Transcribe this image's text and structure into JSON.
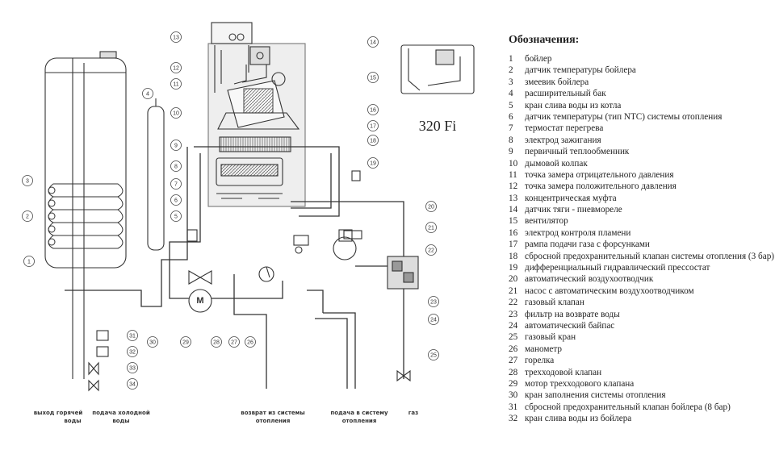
{
  "model": "320 Fi",
  "legend": {
    "title": "Обозначения:",
    "items": [
      {
        "num": "1",
        "text": "бойлер"
      },
      {
        "num": "2",
        "text": "датчик температуры бойлера"
      },
      {
        "num": "3",
        "text": "змеевик бойлера"
      },
      {
        "num": "4",
        "text": "расширительный бак"
      },
      {
        "num": "5",
        "text": "кран слива воды из котла"
      },
      {
        "num": "6",
        "text": "датчик температуры (тип NTC) системы отопления"
      },
      {
        "num": "7",
        "text": "термостат перегрева"
      },
      {
        "num": "8",
        "text": "электрод зажигания"
      },
      {
        "num": "9",
        "text": "первичный теплообменник"
      },
      {
        "num": "10",
        "text": "дымовой колпак"
      },
      {
        "num": "11",
        "text": "точка замера отрицательного давления"
      },
      {
        "num": "12",
        "text": "точка замера положительного давления"
      },
      {
        "num": "13",
        "text": "концентрическая муфта"
      },
      {
        "num": "14",
        "text": "датчик тяги - пневмореле"
      },
      {
        "num": "15",
        "text": "вентилятор"
      },
      {
        "num": "16",
        "text": "электрод контроля пламени"
      },
      {
        "num": "17",
        "text": "рампа подачи газа с форсунками"
      },
      {
        "num": "18",
        "text": "сбросной предохранительный клапан системы отопления (3 бар)"
      },
      {
        "num": "19",
        "text": "дифференциальный гидравлический прессостат"
      },
      {
        "num": "20",
        "text": "автоматический воздухоотводчик"
      },
      {
        "num": "21",
        "text": "насос с автоматическим воздухоотводчиком"
      },
      {
        "num": "22",
        "text": "газовый клапан"
      },
      {
        "num": "23",
        "text": "фильтр на возврате воды"
      },
      {
        "num": "24",
        "text": "автоматический байпас"
      },
      {
        "num": "25",
        "text": "газовый кран"
      },
      {
        "num": "26",
        "text": "манометр"
      },
      {
        "num": "27",
        "text": "горелка"
      },
      {
        "num": "28",
        "text": "трехходовой клапан"
      },
      {
        "num": "29",
        "text": "мотор трехходового клапана"
      },
      {
        "num": "30",
        "text": "кран заполнения системы отопления"
      },
      {
        "num": "31",
        "text": "сбросной предохранительный клапан бойлера (8 бар)"
      },
      {
        "num": "32",
        "text": "кран слива воды из бойлера"
      }
    ]
  },
  "bottom_labels": {
    "hot_water_1": "выход горячей",
    "hot_water_2": "воды",
    "cold_water_1": "подача холодной",
    "cold_water_2": "воды",
    "heating_return_1": "возврат из системы",
    "heating_return_2": "отопления",
    "heating_supply_1": "подача в систему",
    "heating_supply_2": "отопления",
    "gas": "газ"
  },
  "motor_label": "M",
  "callouts": {
    "c1": "1",
    "c2": "2",
    "c3": "3",
    "c4": "4",
    "c5": "5",
    "c6": "6",
    "c7": "7",
    "c8": "8",
    "c9": "9",
    "c10": "10",
    "c11": "11",
    "c12": "12",
    "c13": "13",
    "c14": "14",
    "c15": "15",
    "c16": "16",
    "c17": "17",
    "c18": "18",
    "c19": "19",
    "c20": "20",
    "c21": "21",
    "c22": "22",
    "c23": "23",
    "c24": "24",
    "c25": "25",
    "c26": "26",
    "c27": "27",
    "c28": "28",
    "c29": "29",
    "c30": "30",
    "c31": "31",
    "c32": "32",
    "c33": "33",
    "c34": "34"
  }
}
